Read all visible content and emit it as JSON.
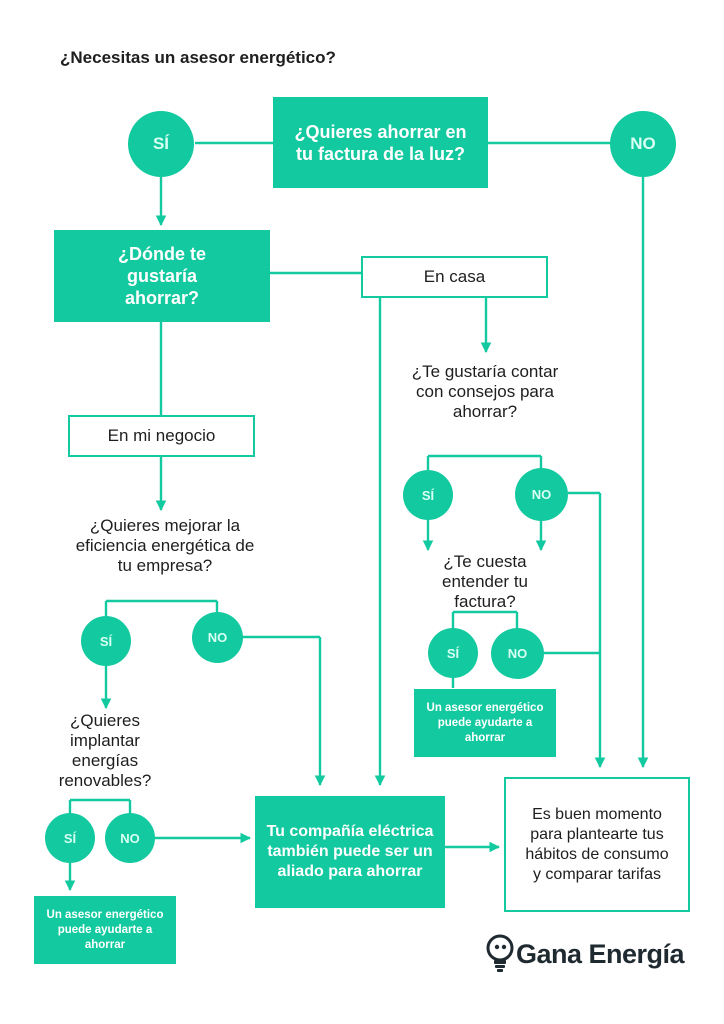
{
  "title": "¿Necesitas un asesor energético?",
  "nodes": {
    "q_ahorrar": "¿Quieres ahorrar en tu factura de la luz?",
    "si_top": "SÍ",
    "no_top": "NO",
    "q_donde": "¿Dónde te gustaría ahorrar?",
    "en_casa": "En casa",
    "en_negocio": "En mi negocio",
    "q_consejos": "¿Te gustaría contar con consejos para ahorrar?",
    "si_consejos": "SÍ",
    "no_consejos": "NO",
    "q_factura": "¿Te cuesta entender tu factura?",
    "si_factura": "SÍ",
    "no_factura": "NO",
    "asesor_casa": "Un asesor energético puede ayudarte a ahorrar",
    "q_eficiencia": "¿Quieres mejorar la eficiencia energética de tu empresa?",
    "si_eficiencia": "SÍ",
    "no_eficiencia": "NO",
    "q_renovables": "¿Quieres implantar energías renovables?",
    "si_renovables": "SÍ",
    "no_renovables": "NO",
    "asesor_negocio": "Un asesor energético puede ayudarte a ahorrar",
    "compania": "Tu compañía eléctrica también puede ser un aliado para ahorrar",
    "buen_momento": "Es buen momento para plantearte tus hábitos de consumo y comparar tarifas"
  },
  "brand": {
    "name": "Gana Energía",
    "icon": "lightbulb-icon"
  },
  "colors": {
    "accent": "#13c99f",
    "text": "#1e1e1e",
    "circle_text": "#d7fff3"
  }
}
